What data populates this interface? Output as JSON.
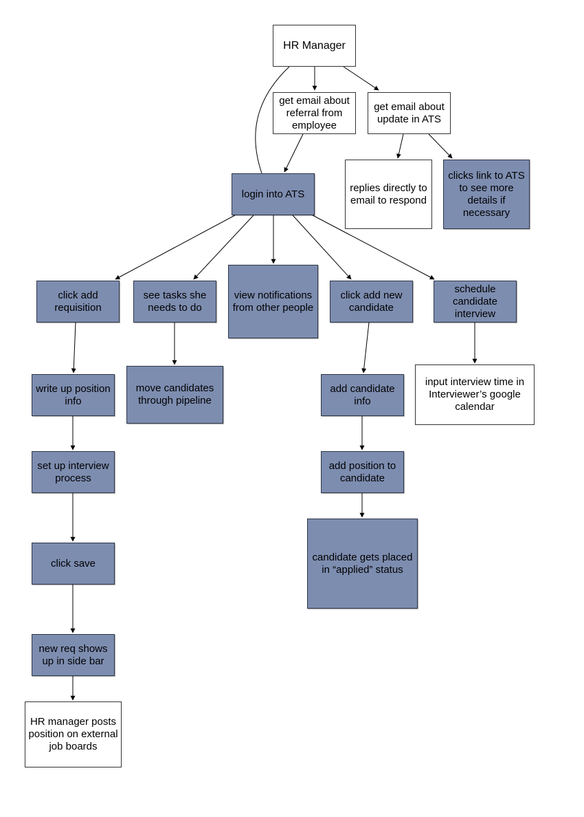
{
  "colors": {
    "action": "#7d8db0",
    "note": "#ffffff",
    "stroke": "#333333"
  },
  "nodes": {
    "hr_manager": "HR Manager",
    "email_referral": "get email about referral from employee",
    "email_update": "get email about update in ATS",
    "replies_email": "replies directly to email to respond",
    "clicks_link": "clicks link to ATS to see more details if necessary",
    "login": "login into ATS",
    "add_requisition": "click add requisition",
    "see_tasks": "see tasks she needs to do",
    "view_notifications": "view notifications from other people",
    "add_candidate": "click add new candidate",
    "schedule_interview": "schedule candidate interview",
    "write_position": "write up position info",
    "move_candidates": "move candidates through pipeline",
    "add_candidate_info": "add candidate info",
    "input_interview_time": "input interview time in Interviewer’s google calendar",
    "setup_interview": "set up interview process",
    "add_position": "add position to candidate",
    "click_save": "click save",
    "applied_status": "candidate gets placed in “applied” status",
    "new_req": "new req shows up in side bar",
    "posts_position": "HR manager posts position on external job boards"
  }
}
